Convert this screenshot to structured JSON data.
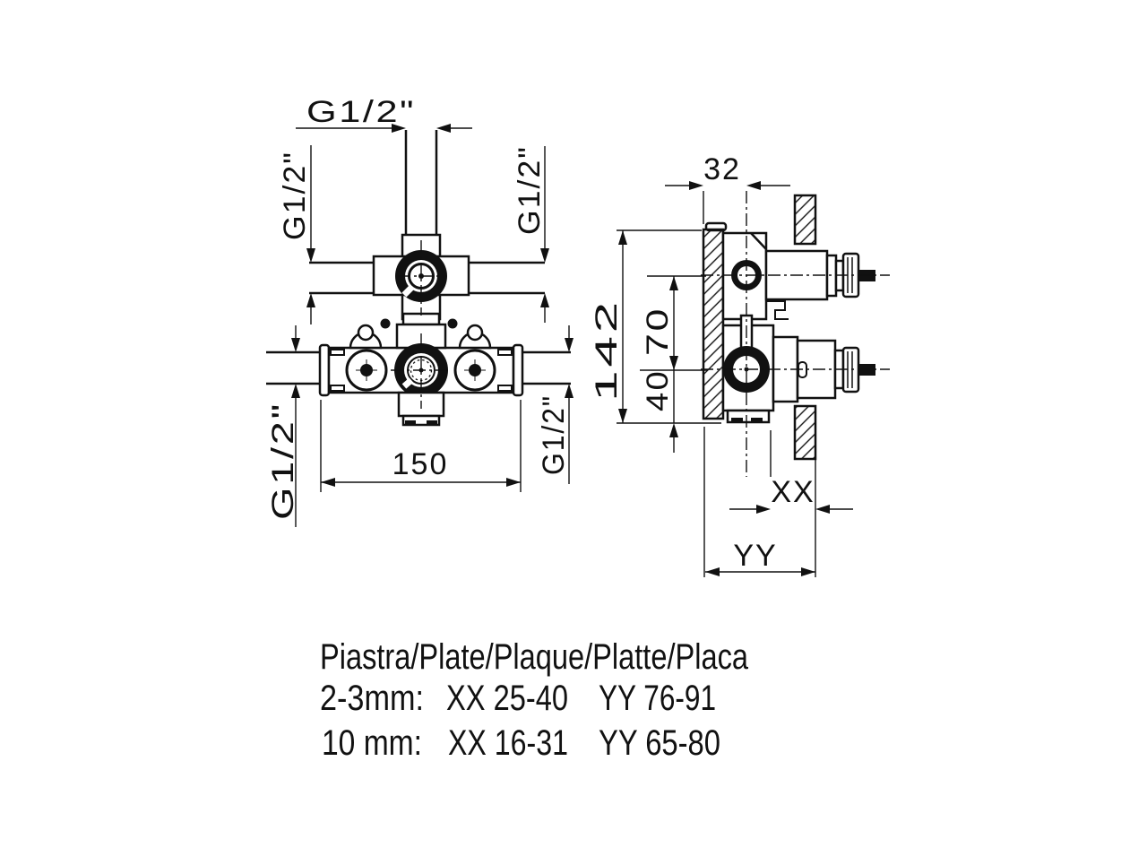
{
  "page": {
    "background": "#ffffff",
    "line_color": "#111111"
  },
  "front_view": {
    "top_port": "G1/2\"",
    "upper_left_port": "G1/2\"",
    "upper_right_port": "G1/2\"",
    "lower_left_port": "G1/2\"",
    "lower_right_port": "G1/2\"",
    "body_width": "150"
  },
  "side_view": {
    "wall_to_center": "32",
    "plate_height": "142",
    "port_spacing": "70",
    "bottom_offset": "40",
    "recess_depth_label": "XX",
    "total_depth_label": "YY"
  },
  "notes": {
    "title": "Piastra/Plate/Plaque/Platte/Placa",
    "rows": [
      {
        "plate_thickness": "2-3mm:",
        "xx_range": "XX 25-40",
        "yy_range": "YY 76-91"
      },
      {
        "plate_thickness": "10 mm:",
        "xx_range": "XX 16-31",
        "yy_range": "YY 65-80"
      }
    ]
  }
}
